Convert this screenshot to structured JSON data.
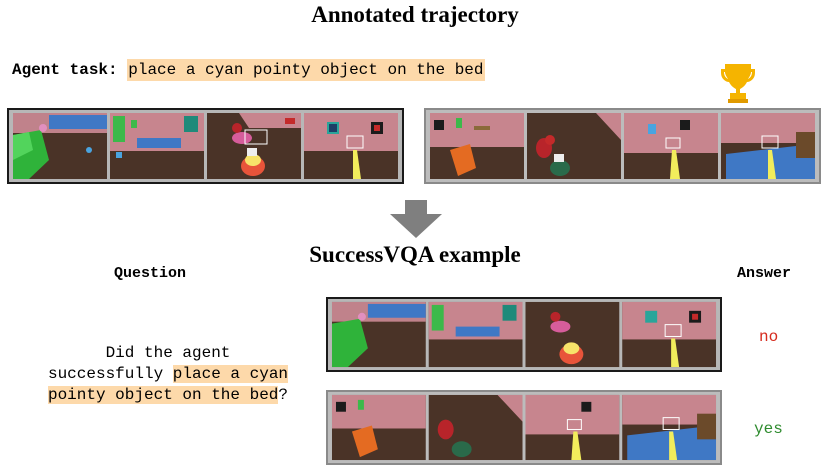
{
  "header": {
    "title": "Annotated trajectory"
  },
  "agent": {
    "label": "Agent task:",
    "task": "place a cyan pointy object on the bed"
  },
  "section2": {
    "title": "SuccessVQA example"
  },
  "columns": {
    "question": "Question",
    "answer": "Answer"
  },
  "question": {
    "line1": "Did the agent",
    "line2_prefix": "successfully ",
    "line2_hl": "place a cyan",
    "line3_hl": "pointy object on the bed",
    "line3_suffix": "?"
  },
  "answers": [
    {
      "text": "no",
      "color": "#d62b1e"
    },
    {
      "text": "yes",
      "color": "#2e8b2e"
    }
  ],
  "icons": {
    "trophy": "trophy-icon",
    "arrow": "down-arrow-icon"
  },
  "colors": {
    "highlight": "#fdd9aa",
    "trophy": "#f5b400",
    "arrow": "#7f7f7f"
  }
}
